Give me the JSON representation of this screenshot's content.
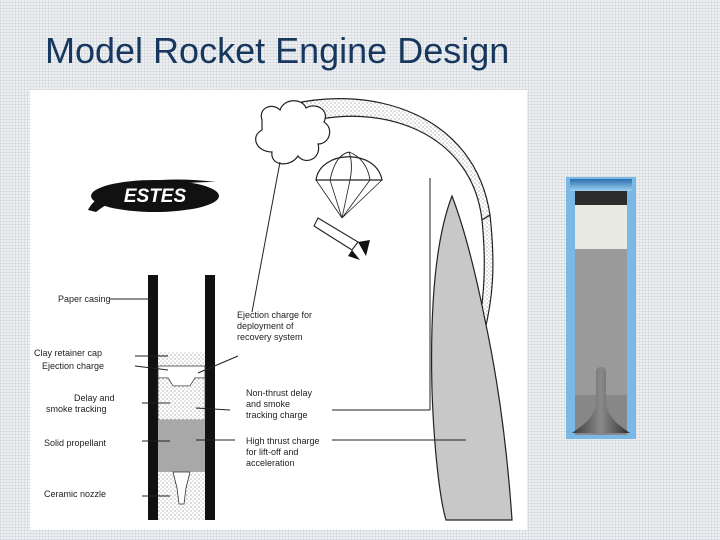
{
  "slide": {
    "title": "Model Rocket Engine Design"
  },
  "logo": {
    "text": "ESTES"
  },
  "labels": {
    "paper_casing": "Paper casing",
    "clay_retainer_cap": "Clay retainer cap",
    "ejection_charge": "Ejection charge",
    "delay_line1": "Delay and",
    "delay_line2": "smoke tracking",
    "solid_propellant": "Solid propellant",
    "ceramic_nozzle": "Ceramic nozzle",
    "ejection_deploy_line1": "Ejection charge for",
    "ejection_deploy_line2": "deployment of",
    "ejection_deploy_line3": "recovery system",
    "nonthrust_line1": "Non-thrust delay",
    "nonthrust_line2": "and smoke",
    "nonthrust_line3": "tracking charge",
    "highthrust_line1": "High thrust charge",
    "highthrust_line2": "for lift-off and",
    "highthrust_line3": "acceleration"
  },
  "colors": {
    "title": "#17375e",
    "propellant": "#a8a8a8",
    "photo_frame": "#7ab8e6"
  }
}
